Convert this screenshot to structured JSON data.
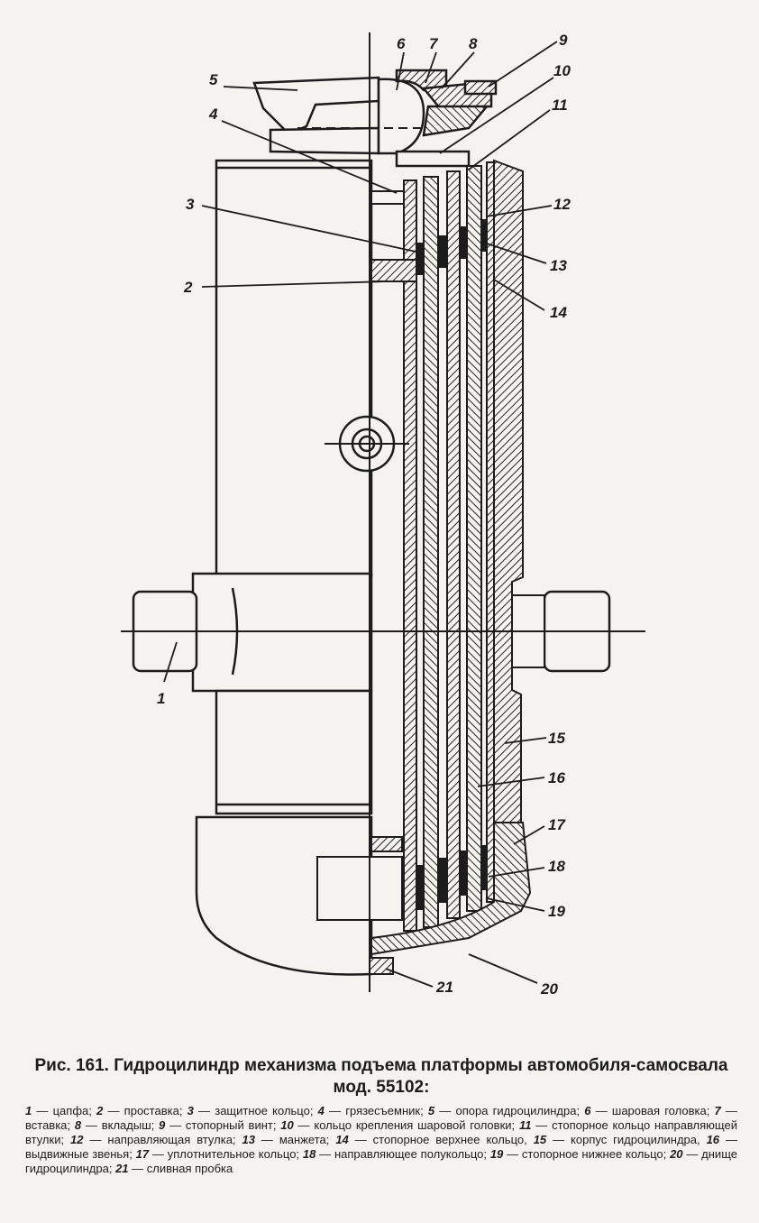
{
  "figure": {
    "part_numbers": [
      "1",
      "2",
      "3",
      "4",
      "5",
      "6",
      "7",
      "8",
      "9",
      "10",
      "11",
      "12",
      "13",
      "14",
      "15",
      "16",
      "17",
      "18",
      "19",
      "20",
      "21"
    ]
  },
  "caption": {
    "title": "Рис. 161. Гидроцилиндр механизма подъема платформы автомобиля-самосвала мод. 55102:",
    "legend": [
      {
        "num": "1",
        "text": "цапфа;"
      },
      {
        "num": "2",
        "text": "проставка;"
      },
      {
        "num": "3",
        "text": "защитное кольцо;"
      },
      {
        "num": "4",
        "text": "грязесъемник;"
      },
      {
        "num": "5",
        "text": "опора гидроцилиндра;"
      },
      {
        "num": "6",
        "text": "шаровая головка;"
      },
      {
        "num": "7",
        "text": "вставка;"
      },
      {
        "num": "8",
        "text": "вкладыш;"
      },
      {
        "num": "9",
        "text": "стопорный винт;"
      },
      {
        "num": "10",
        "text": "кольцо крепления шаровой головки;"
      },
      {
        "num": "11",
        "text": "стопорное кольцо направляющей втулки;"
      },
      {
        "num": "12",
        "text": "направляющая втулка;"
      },
      {
        "num": "13",
        "text": "манжета;"
      },
      {
        "num": "14",
        "text": "стопорное верхнее кольцо,"
      },
      {
        "num": "15",
        "text": "корпус гидроцилиндра,"
      },
      {
        "num": "16",
        "text": "выдвижные звенья;"
      },
      {
        "num": "17",
        "text": "уплотнительное кольцо;"
      },
      {
        "num": "18",
        "text": "направляющее полукольцо;"
      },
      {
        "num": "19",
        "text": "стопорное нижнее кольцо;"
      },
      {
        "num": "20",
        "text": "днище гидроцилиндра;"
      },
      {
        "num": "21",
        "text": "сливная пробка"
      }
    ]
  }
}
